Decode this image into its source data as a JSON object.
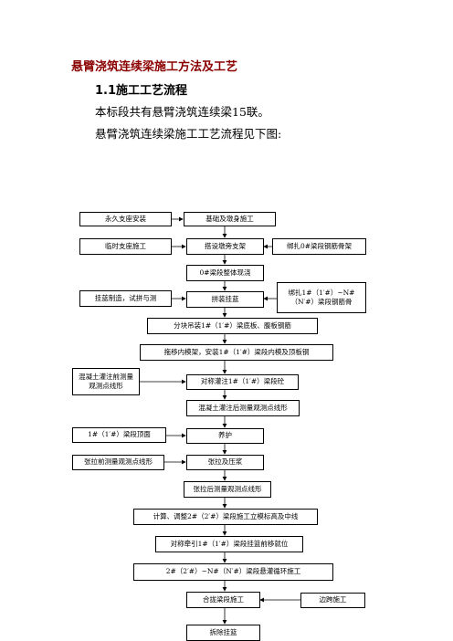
{
  "title": "悬臂浇筑连续梁施工方法及工艺",
  "section": "1.1施工工艺流程",
  "para1": "本标段共有悬臂浇筑连续梁15联。",
  "para2": "悬臂浇筑连续梁施工工艺流程见下图:",
  "flow": {
    "permanent_support": "永久支座安装",
    "foundation": "基础及墩身施工",
    "temp_support": "临时支座施工",
    "bracket": "搭设墩旁支架",
    "rebar0": "绑扎0#梁段钢筋骨架",
    "seg0_cast": "0#梁段整体现浇",
    "hanger_make": "挂蓝制造，试拼与测",
    "assemble": "拼装挂蓝",
    "rebar1n": "绑扎1#（1′#）~N#（N′#）梁段钢筋骨",
    "hoist": "分块吊装1#（1′#）梁底板、腹板钢筋",
    "inner_form": "拖移内模架，安装1#（1′#）梁段内模及顶板钢",
    "pre_survey": "混凝土灌注前测量观测点线形",
    "pour": "对称灌注1#（1′#）梁段砼",
    "post_survey": "混凝土灌注后测量观测点线形",
    "top_surface": "1#（1′#）梁段顶面",
    "curing": "养护",
    "pre_tension_survey": "张拉前测量观测点线形",
    "tension": "张拉及压浆",
    "post_tension_survey": "张拉后测量观测点线形",
    "calc_adjust": "计算、调整2#（2′#）梁段施工立模标高及中线",
    "advance": "对称牵引1#（1′#）梁段挂篮前移就位",
    "cycle": "2#（2′#）~N#（N′#）梁段悬灌循环施工",
    "closure": "合拢梁段施工",
    "side_span": "边跨施工",
    "remove": "拆除挂篮"
  }
}
